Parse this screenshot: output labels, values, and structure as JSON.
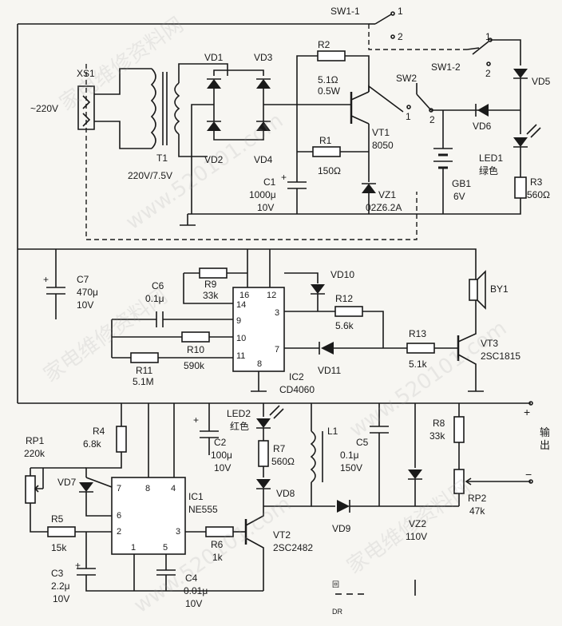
{
  "mains_input": "~220V",
  "xs1": "XS1",
  "t1": {
    "name": "T1",
    "rating": "220V/7.5V"
  },
  "vd1": "VD1",
  "vd2": "VD2",
  "vd3": "VD3",
  "vd4": "VD4",
  "r2": {
    "name": "R2",
    "value": "5.1Ω",
    "power": "0.5W"
  },
  "r1": {
    "name": "R1",
    "value": "150Ω"
  },
  "c1": {
    "name": "C1",
    "value": "1000μ",
    "voltage": "10V"
  },
  "vt1": {
    "name": "VT1",
    "model": "8050"
  },
  "vz1": {
    "name": "VZ1",
    "model": "02Z6.2A"
  },
  "sw1_1": {
    "name": "SW1-1",
    "p1": "1",
    "p2": "2"
  },
  "sw1_2": {
    "name": "SW1-2",
    "p1": "1",
    "p2": "2"
  },
  "sw2": {
    "name": "SW2",
    "p1": "1",
    "p2": "2"
  },
  "gb1": {
    "name": "GB1",
    "value": "6V"
  },
  "vd5": "VD5",
  "vd6": "VD6",
  "led1": {
    "name": "LED1",
    "color": "绿色"
  },
  "r3": {
    "name": "R3",
    "value": "560Ω"
  },
  "c7": {
    "name": "C7",
    "value": "470μ",
    "voltage": "10V"
  },
  "c6": {
    "name": "C6",
    "value": "0.1μ"
  },
  "r9": {
    "name": "R9",
    "value": "33k"
  },
  "r10": {
    "name": "R10",
    "value": "590k"
  },
  "r11": {
    "name": "R11",
    "value": "5.1M"
  },
  "ic2": {
    "name": "IC2",
    "model": "CD4060",
    "pins": [
      "16",
      "12",
      "14",
      "9",
      "10",
      "11",
      "3",
      "7",
      "8"
    ]
  },
  "vd10": "VD10",
  "vd11": "VD11",
  "r12": {
    "name": "R12",
    "value": "5.6k"
  },
  "r13": {
    "name": "R13",
    "value": "5.1k"
  },
  "by1": "BY1",
  "vt3": {
    "name": "VT3",
    "model": "2SC1815"
  },
  "rp1": {
    "name": "RP1",
    "value": "220k"
  },
  "r4": {
    "name": "R4",
    "value": "6.8k"
  },
  "vd7": "VD7",
  "r5": {
    "name": "R5",
    "value": "15k"
  },
  "c3": {
    "name": "C3",
    "value": "2.2μ",
    "voltage": "10V"
  },
  "ic1": {
    "name": "IC1",
    "model": "NE555",
    "pins": [
      "7",
      "8",
      "4",
      "6",
      "2",
      "3",
      "1",
      "5"
    ]
  },
  "c2": {
    "name": "C2",
    "value": "100μ",
    "voltage": "10V"
  },
  "led2": {
    "name": "LED2",
    "color": "红色"
  },
  "r7": {
    "name": "R7",
    "value": "560Ω"
  },
  "vd8": "VD8",
  "r6": {
    "name": "R6",
    "value": "1k"
  },
  "c4": {
    "name": "C4",
    "value": "0.01μ",
    "voltage": "10V"
  },
  "vt2": {
    "name": "VT2",
    "model": "2SC2482"
  },
  "l1": "L1",
  "c5": {
    "name": "C5",
    "value": "0.1μ",
    "voltage": "150V"
  },
  "vd9": "VD9",
  "vz2": {
    "name": "VZ2",
    "value": "110V"
  },
  "r8": {
    "name": "R8",
    "value": "33k"
  },
  "rp2": {
    "name": "RP2",
    "value": "47k"
  },
  "output": {
    "plus": "+",
    "label": "输出",
    "minus": "−"
  },
  "legend": {
    "a": "回",
    "b": "DR"
  },
  "watermarks": [
    "家电维修资料网",
    "www.520101.com"
  ]
}
